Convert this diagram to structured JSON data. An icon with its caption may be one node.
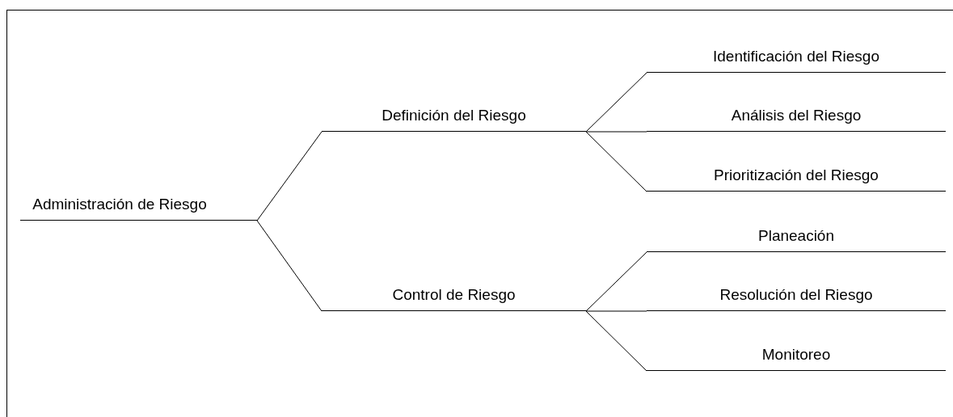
{
  "diagram": {
    "nodes": [
      {
        "text": [
          "Administración de Riesgo"
        ]
      },
      {
        "text": [
          "Definición del Riesgo"
        ]
      },
      {
        "text": [
          "Control de Riesgo"
        ]
      },
      {
        "text": [
          "Identificación del Riesgo"
        ]
      },
      {
        "text": [
          "Análisis del Riesgo"
        ]
      },
      {
        "text": [
          "Prioritización del Riesgo"
        ]
      },
      {
        "text": [
          "Planeación"
        ]
      },
      {
        "text": [
          "Resolución del Riesgo"
        ]
      },
      {
        "text": [
          "Monitoreo"
        ]
      }
    ],
    "edges": [
      {
        "from": 0,
        "to": 1,
        "arrow": "none"
      },
      {
        "from": 0,
        "to": 2,
        "arrow": "none"
      },
      {
        "from": 1,
        "to": 3,
        "arrow": "none"
      },
      {
        "from": 1,
        "to": 4,
        "arrow": "none"
      },
      {
        "from": 1,
        "to": 5,
        "arrow": "none"
      },
      {
        "from": 2,
        "to": 6,
        "arrow": "none"
      },
      {
        "from": 2,
        "to": 7,
        "arrow": "none"
      },
      {
        "from": 2,
        "to": 8,
        "arrow": "none"
      }
    ]
  }
}
